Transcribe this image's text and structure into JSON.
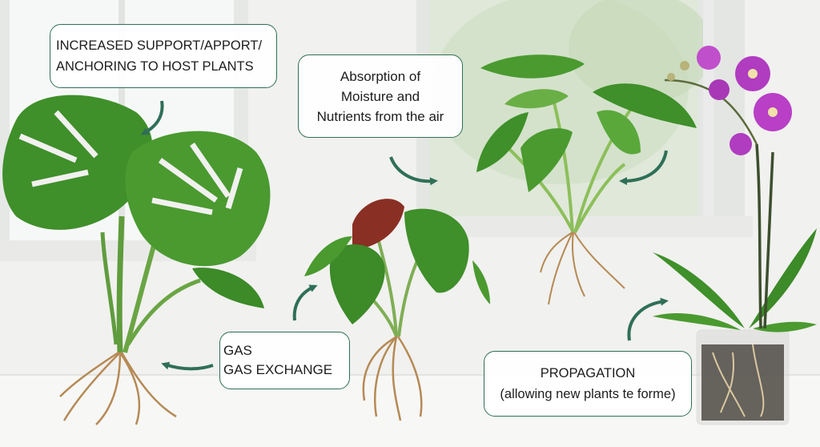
{
  "labels": {
    "support": {
      "line1": "INCREASED SUPPORT/APPORT/",
      "line2": "ANCHORING TO HOST PLANTS"
    },
    "moisture": {
      "line1": "Absorption of",
      "line2": "Moisture and",
      "line3": "Nutrients from the air"
    },
    "gas": {
      "line1": "GAS",
      "line2": "GAS EXCHANGE"
    },
    "propagation": {
      "line1": "PROPAGATION",
      "line2": "(allowing new plants te forme)"
    }
  },
  "colors": {
    "accent": "#2f6f57",
    "leaf": "#4f9a33",
    "leaf_dark": "#2f7a25",
    "orchid": "#b03cc0",
    "wall": "#f1f1ef",
    "table": "#f7f7f6",
    "root": "#b58a55"
  },
  "plants": [
    "monstera",
    "anthurium",
    "philodendron",
    "orchid"
  ]
}
